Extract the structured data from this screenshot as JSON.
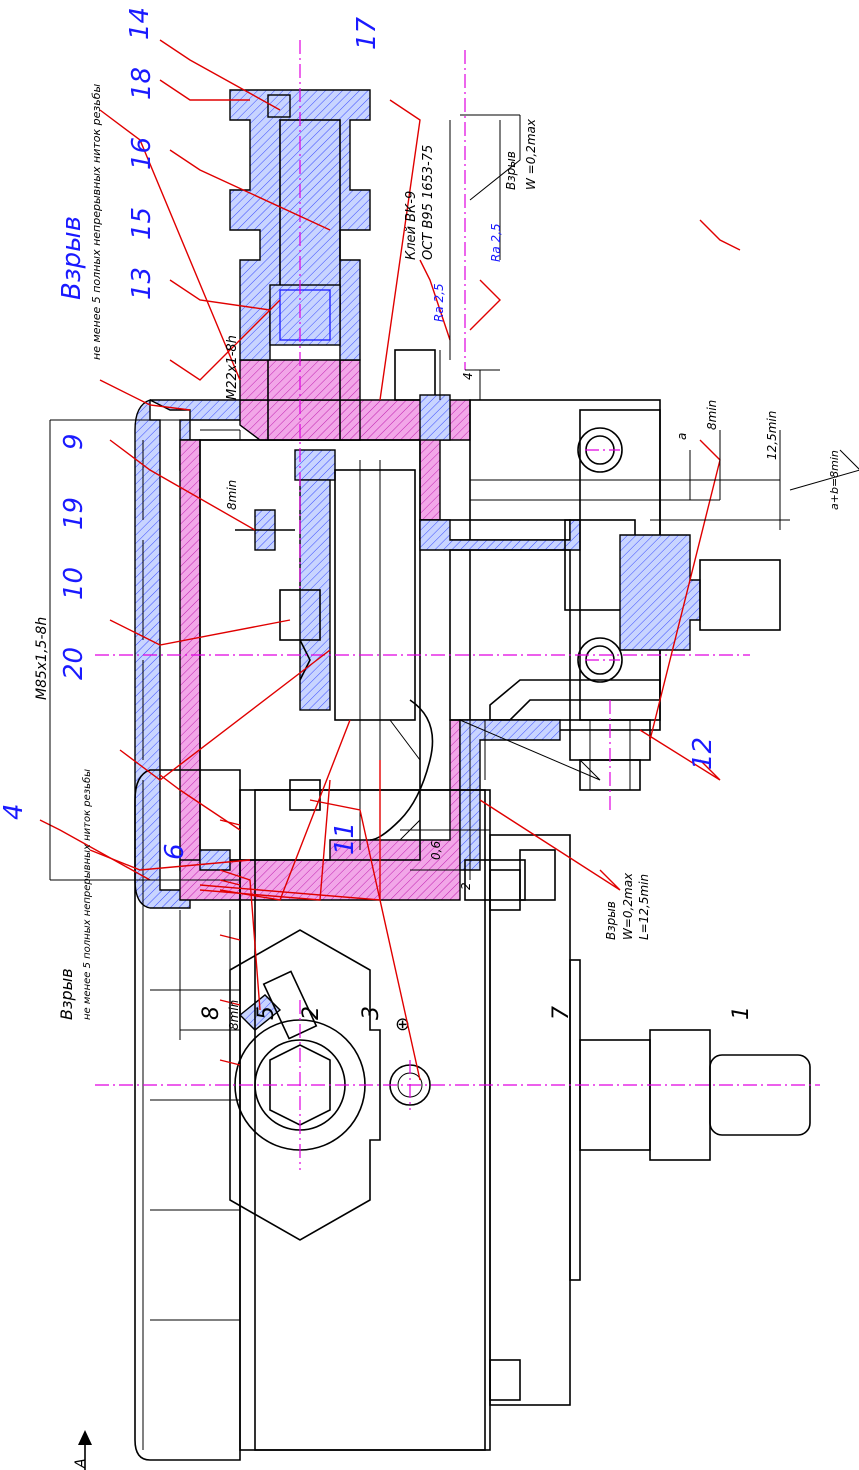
{
  "colors": {
    "outline": "#000000",
    "leader": "#e00000",
    "centerline": "#e000e0",
    "callout": "#1a1aff"
  },
  "callouts": {
    "c1": "1",
    "c2": "2",
    "c3": "3",
    "c4": "4",
    "c5": "5",
    "c6": "6",
    "c7": "7",
    "c8": "8",
    "c9": "9",
    "c10": "10",
    "c11": "11",
    "c12": "12",
    "c13": "13",
    "c14": "14",
    "c15": "15",
    "c16": "16",
    "c17": "17",
    "c18": "18",
    "c19": "19",
    "c20": "20"
  },
  "notes": {
    "vzryv_big": "Взрыв",
    "vzryv_big_sub": "не менее 5 полных непрерывных ниток резьбы",
    "vzryv_small": "Взрыв",
    "vzryv_small_sub": "не менее 5 полных непрерывных ниток резьбы",
    "vzryv_w": "Взрыв",
    "vzryv_w_val": "W =0,2max",
    "vzryv_l": "Взрыв",
    "vzryv_l_val1": "W=0,2max",
    "vzryv_l_val2": "L=12,5min",
    "glue": "Клей ВК-9",
    "glue_std": "ОСТ В95 1653-75",
    "ra1": "Ra 2,5",
    "ra2": "Ra 2,5"
  },
  "dims": {
    "thread_main": "M85x1,5-8h",
    "thread_fit": "M22x1-8h",
    "d8min_a": "8min",
    "d8min_b": "8min",
    "d8min_c": "8min",
    "d12_5": "12,5min",
    "a": "a",
    "d4": "4",
    "d06": "0,6",
    "d2": "2",
    "ab": "a+b=8min"
  },
  "view_label": "A"
}
